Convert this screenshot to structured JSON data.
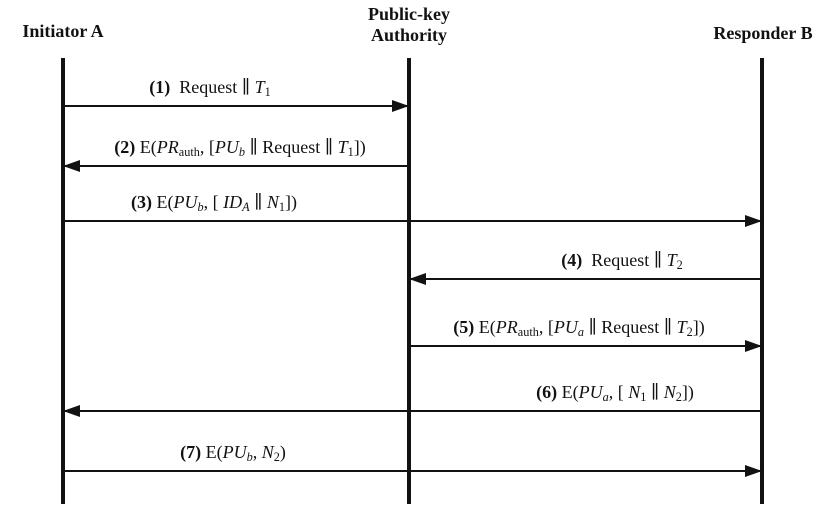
{
  "colors": {
    "ink": "#121212",
    "background": "#ffffff"
  },
  "diagram": {
    "type": "sequence-diagram",
    "actors": [
      {
        "id": "A",
        "label": "Initiator A"
      },
      {
        "id": "PKA",
        "label": "Public-key Authority"
      },
      {
        "id": "B",
        "label": "Responder B"
      }
    ],
    "concat_symbol": "∥",
    "messages": [
      {
        "num": 1,
        "from": "A",
        "to": "PKA",
        "plain": "(1) Request ∥ T_1",
        "parts": [
          {
            "t": "(1)",
            "s": "b"
          },
          {
            "t": " Request ∥ ",
            "s": "r"
          },
          {
            "t": "T",
            "s": "i"
          },
          {
            "t": "1",
            "s": "sub"
          }
        ]
      },
      {
        "num": 2,
        "from": "PKA",
        "to": "A",
        "plain": "(2) E(PR_auth, [PU_b ∥ Request ∥ T_1])",
        "parts": [
          {
            "t": "(2)",
            "s": "b"
          },
          {
            "t": " E(",
            "s": "r"
          },
          {
            "t": "PR",
            "s": "i"
          },
          {
            "t": "auth",
            "s": "sub"
          },
          {
            "t": ", [",
            "s": "r"
          },
          {
            "t": "PU",
            "s": "i"
          },
          {
            "t": "b",
            "s": "isub"
          },
          {
            "t": " ∥ Request ∥ ",
            "s": "r"
          },
          {
            "t": "T",
            "s": "i"
          },
          {
            "t": "1",
            "s": "sub"
          },
          {
            "t": "])",
            "s": "r"
          }
        ]
      },
      {
        "num": 3,
        "from": "A",
        "to": "B",
        "plain": "(3) E(PU_b, [ ID_A ∥ N_1])",
        "parts": [
          {
            "t": "(3)",
            "s": "b"
          },
          {
            "t": " E(",
            "s": "r"
          },
          {
            "t": "PU",
            "s": "i"
          },
          {
            "t": "b",
            "s": "isub"
          },
          {
            "t": ", [ ",
            "s": "r"
          },
          {
            "t": "ID",
            "s": "i"
          },
          {
            "t": "A",
            "s": "isub"
          },
          {
            "t": " ∥ ",
            "s": "r"
          },
          {
            "t": "N",
            "s": "i"
          },
          {
            "t": "1",
            "s": "sub"
          },
          {
            "t": "])",
            "s": "r"
          }
        ]
      },
      {
        "num": 4,
        "from": "B",
        "to": "PKA",
        "plain": "(4) Request ∥ T_2",
        "parts": [
          {
            "t": "(4)",
            "s": "b"
          },
          {
            "t": " Request ∥ ",
            "s": "r"
          },
          {
            "t": "T",
            "s": "i"
          },
          {
            "t": "2",
            "s": "sub"
          }
        ]
      },
      {
        "num": 5,
        "from": "PKA",
        "to": "B",
        "plain": "(5) E(PR_auth, [PU_a ∥ Request ∥ T_2])",
        "parts": [
          {
            "t": "(5)",
            "s": "b"
          },
          {
            "t": " E(",
            "s": "r"
          },
          {
            "t": "PR",
            "s": "i"
          },
          {
            "t": "auth",
            "s": "sub"
          },
          {
            "t": ", [",
            "s": "r"
          },
          {
            "t": "PU",
            "s": "i"
          },
          {
            "t": "a",
            "s": "isub"
          },
          {
            "t": " ∥ Request ∥ ",
            "s": "r"
          },
          {
            "t": "T",
            "s": "i"
          },
          {
            "t": "2",
            "s": "sub"
          },
          {
            "t": "])",
            "s": "r"
          }
        ]
      },
      {
        "num": 6,
        "from": "B",
        "to": "A",
        "plain": "(6) E(PU_a, [ N_1 ∥ N_2])",
        "parts": [
          {
            "t": "(6)",
            "s": "b"
          },
          {
            "t": " E(",
            "s": "r"
          },
          {
            "t": "PU",
            "s": "i"
          },
          {
            "t": "a",
            "s": "isub"
          },
          {
            "t": ", [ ",
            "s": "r"
          },
          {
            "t": "N",
            "s": "i"
          },
          {
            "t": "1",
            "s": "sub"
          },
          {
            "t": " ∥ ",
            "s": "r"
          },
          {
            "t": "N",
            "s": "i"
          },
          {
            "t": "2",
            "s": "sub"
          },
          {
            "t": "])",
            "s": "r"
          }
        ]
      },
      {
        "num": 7,
        "from": "A",
        "to": "B",
        "plain": "(7) E(PU_b, N_2)",
        "parts": [
          {
            "t": "(7)",
            "s": "b"
          },
          {
            "t": " E(",
            "s": "r"
          },
          {
            "t": "PU",
            "s": "i"
          },
          {
            "t": "b",
            "s": "isub"
          },
          {
            "t": ", ",
            "s": "r"
          },
          {
            "t": "N",
            "s": "i"
          },
          {
            "t": "2",
            "s": "sub"
          },
          {
            "t": ")",
            "s": "r"
          }
        ]
      }
    ]
  }
}
